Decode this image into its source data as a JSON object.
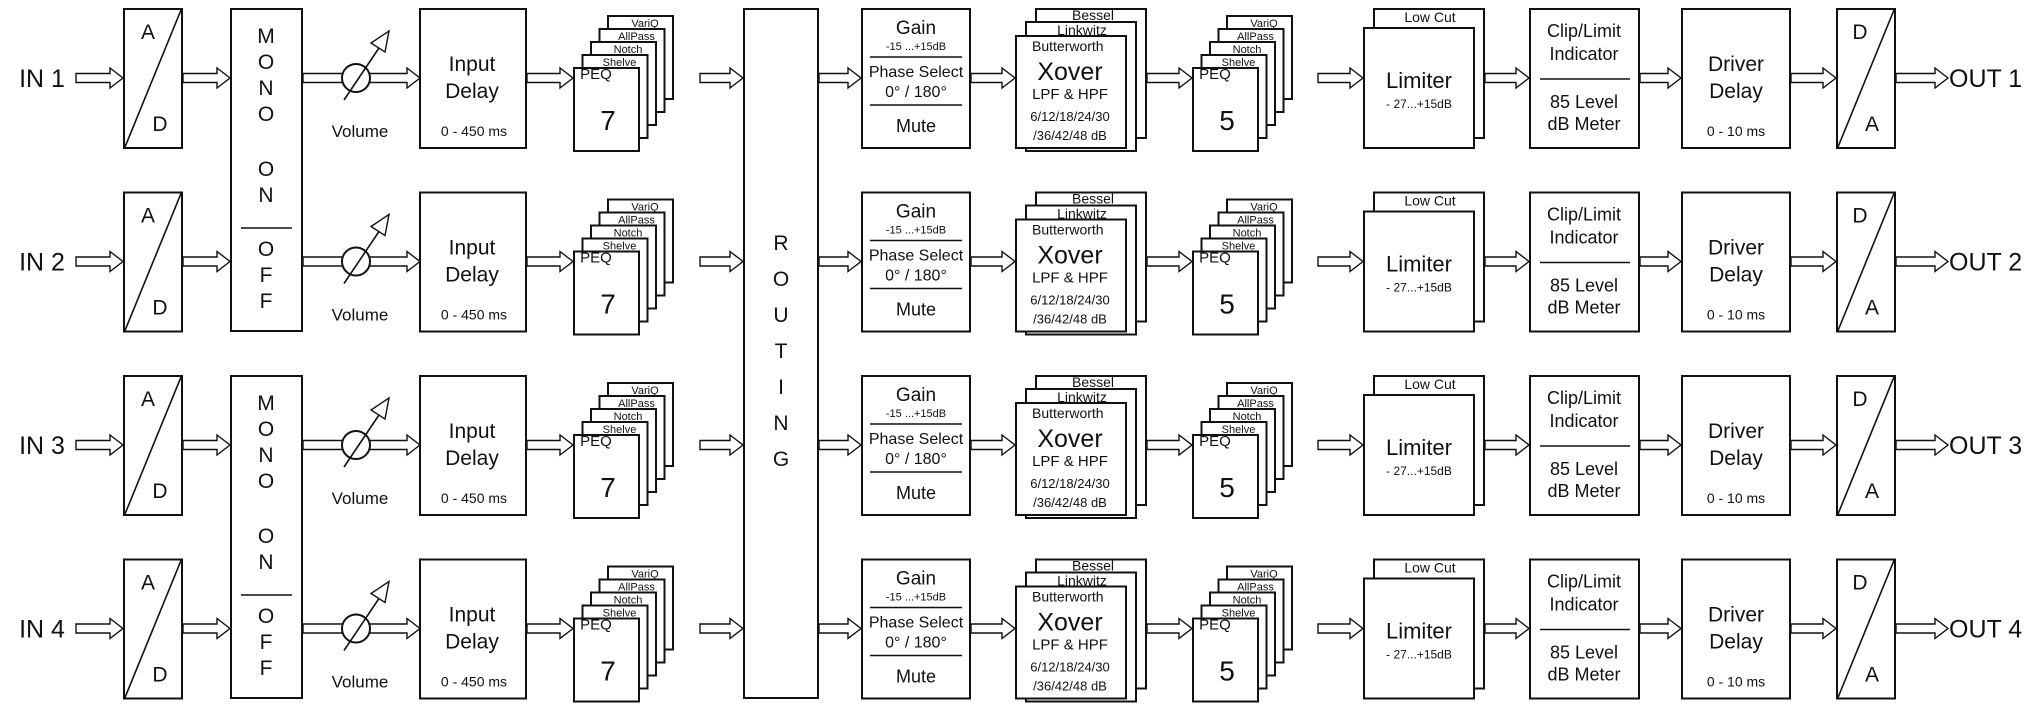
{
  "inputs": [
    "IN 1",
    "IN 2",
    "IN 3",
    "IN 4"
  ],
  "outputs": [
    "OUT 1",
    "OUT 2",
    "OUT 3",
    "OUT 4"
  ],
  "ad": {
    "top": "A",
    "bottom": "D"
  },
  "da": {
    "top": "D",
    "bottom": "A"
  },
  "mono": {
    "letters": [
      "M",
      "O",
      "N",
      "O"
    ],
    "on": [
      "O",
      "N"
    ],
    "off": [
      "O",
      "F",
      "F"
    ]
  },
  "volume": "Volume",
  "input_delay": {
    "line1": "Input",
    "line2": "Delay",
    "range": "0 - 450 ms"
  },
  "peq_in": {
    "cards": [
      "VariQ",
      "AllPass",
      "Notch",
      "Shelve",
      "PEQ"
    ],
    "count": "7"
  },
  "routing": [
    "R",
    "O",
    "U",
    "T",
    "I",
    "N",
    "G"
  ],
  "gain": {
    "title": "Gain",
    "range": "-15 ...+15dB",
    "phase": "Phase Select",
    "phase_values": "0° / 180°",
    "mute": "Mute"
  },
  "xover": {
    "cards": [
      "Bessel",
      "Linkwitz",
      "Butterworth"
    ],
    "title": "Xover",
    "type": "LPF & HPF",
    "slopes1": "6/12/18/24/30",
    "slopes2": "/36/42/48  dB"
  },
  "peq_out": {
    "cards": [
      "VariQ",
      "AllPass",
      "Notch",
      "Shelve",
      "PEQ"
    ],
    "count": "5"
  },
  "limiter": {
    "card": "Low  Cut",
    "title": "Limiter",
    "range": "- 27...+15dB"
  },
  "clip": {
    "line1": "Clip/Limit",
    "line2": "Indicator",
    "meter1": "85  Level",
    "meter2": "dB  Meter"
  },
  "driver_delay": {
    "line1": "Driver",
    "line2": "Delay",
    "range": "0 - 10 ms"
  }
}
